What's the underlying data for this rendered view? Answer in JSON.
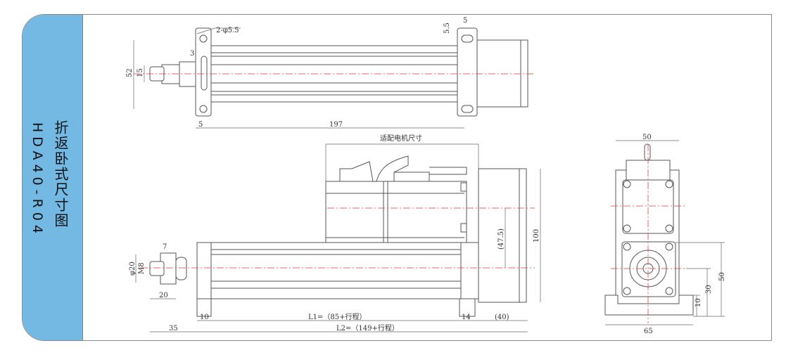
{
  "title": {
    "chinese": "折返卧式尺寸图",
    "model": "HDA40-R04"
  },
  "top_view": {
    "hole_label": "2-φ5.5",
    "slot_h": "5.5",
    "slot_w": "5",
    "dim_3": "3",
    "dim_52": "52",
    "dim_15": "15",
    "dim_5": "5",
    "dim_197": "197"
  },
  "side_view": {
    "motor_label": "适配电机尺寸",
    "dim_47_5": "(47.5)",
    "dim_100": "100",
    "dim_7": "7",
    "dim_phi20": "φ20",
    "dim_m8": "M8",
    "dim_20": "20",
    "dim_10": "10",
    "l1": "L1=（85+行程）",
    "dim_14": "14",
    "dim_40": "(40)",
    "dim_35": "35",
    "l2": "L2=（149+行程）"
  },
  "end_view": {
    "dim_50_top": "50",
    "dim_65": "65",
    "dim_50_right": "50",
    "dim_30": "30",
    "dim_10": "10"
  }
}
